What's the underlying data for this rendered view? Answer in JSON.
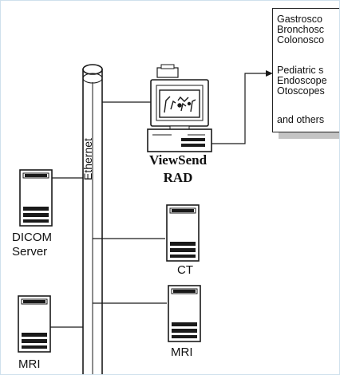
{
  "nodes": {
    "viewsend": {
      "line1": "ViewSend",
      "line2": "RAD"
    },
    "dicom": {
      "line1": "DICOM",
      "line2": "Server"
    },
    "ct": {
      "label": "CT"
    },
    "mri_right": {
      "label": "MRI"
    },
    "mri_left": {
      "label": "MRI"
    }
  },
  "network": {
    "label": "Ethernet"
  },
  "device_list": {
    "groups": [
      [
        "Gastrosco",
        "Bronchosc",
        "Colonosco"
      ],
      [
        "Pediatric s",
        "Endoscope",
        "Otoscopes"
      ],
      [
        "and others"
      ]
    ]
  }
}
